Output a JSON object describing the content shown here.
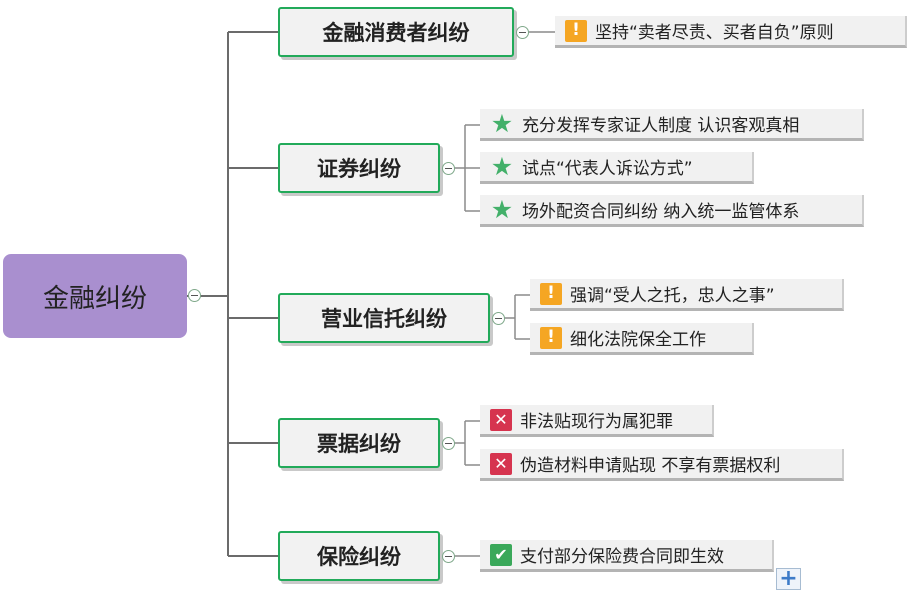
{
  "root": {
    "label": "金融纠纷"
  },
  "branches": [
    {
      "label": "金融消费者纠纷",
      "items": [
        {
          "icon": "warning-icon",
          "text": "坚持“卖者尽责、买者自负”原则"
        }
      ]
    },
    {
      "label": "证券纠纷",
      "items": [
        {
          "icon": "star-icon",
          "text": "充分发挥专家证人制度  认识客观真相"
        },
        {
          "icon": "star-icon",
          "text": "试点“代表人诉讼方式”"
        },
        {
          "icon": "star-icon",
          "text": "场外配资合同纠纷  纳入统一监管体系"
        }
      ]
    },
    {
      "label": "营业信托纠纷",
      "items": [
        {
          "icon": "warning-icon",
          "text": "强调“受人之托，忠人之事”"
        },
        {
          "icon": "warning-icon",
          "text": "细化法院保全工作"
        }
      ]
    },
    {
      "label": "票据纠纷",
      "items": [
        {
          "icon": "error-icon",
          "text": "非法贴现行为属犯罪"
        },
        {
          "icon": "error-icon",
          "text": "伪造材料申请贴现  不享有票据权利"
        }
      ]
    },
    {
      "label": "保险纠纷",
      "items": [
        {
          "icon": "check-icon",
          "text": "支付部分保险费合同即生效"
        }
      ]
    }
  ],
  "icons": {
    "warning-icon": {
      "glyph": "!",
      "color": "#f5a623"
    },
    "star-icon": {
      "glyph": "★",
      "color": "#43b06a"
    },
    "error-icon": {
      "glyph": "✕",
      "color": "#d6344f"
    },
    "check-icon": {
      "glyph": "✔",
      "color": "#3aa85a"
    }
  },
  "colors": {
    "root_fill": "#a98fcf",
    "branch_border": "#22aa5a",
    "connector": "#6b6b6b"
  }
}
